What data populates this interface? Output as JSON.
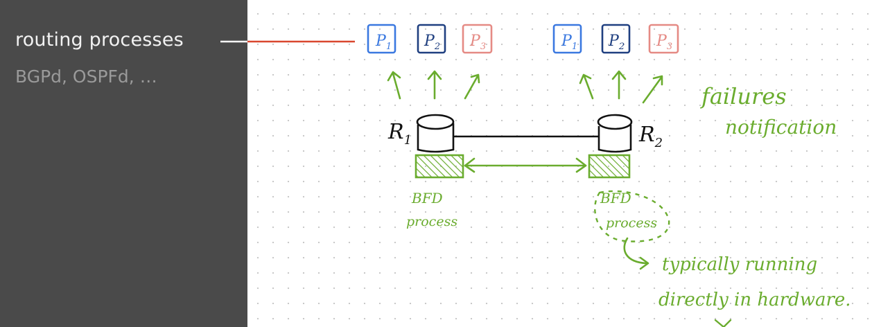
{
  "sidebar": {
    "title": "routing processes",
    "subtitle": "BGPd, OSPFd, …"
  },
  "diagram": {
    "router_left": {
      "label": "R",
      "subscript": "1",
      "processes": [
        {
          "label": "P",
          "sub": "1",
          "color": "#3a78e0"
        },
        {
          "label": "P",
          "sub": "2",
          "color": "#1f3f80"
        },
        {
          "label": "P",
          "sub": "3",
          "color": "#e58a84"
        }
      ],
      "bfd_label_line1": "BFD",
      "bfd_label_line2": "process"
    },
    "router_right": {
      "label": "R",
      "subscript": "2",
      "processes": [
        {
          "label": "P",
          "sub": "1",
          "color": "#3a78e0"
        },
        {
          "label": "P",
          "sub": "2",
          "color": "#1f3f80"
        },
        {
          "label": "P",
          "sub": "3",
          "color": "#e58a84"
        }
      ],
      "bfd_label_line1": "BFD",
      "bfd_label_line2": "process"
    },
    "failure_note_line1": "failures",
    "failure_note_line2": "notification",
    "hardware_note_line1": "typically running",
    "hardware_note_line2": "directly in hardware."
  },
  "colors": {
    "sidebar_bg": "#4a4a4a",
    "connector": "#d9472f",
    "annotation_green": "#6aac2e",
    "ink": "#111111"
  }
}
